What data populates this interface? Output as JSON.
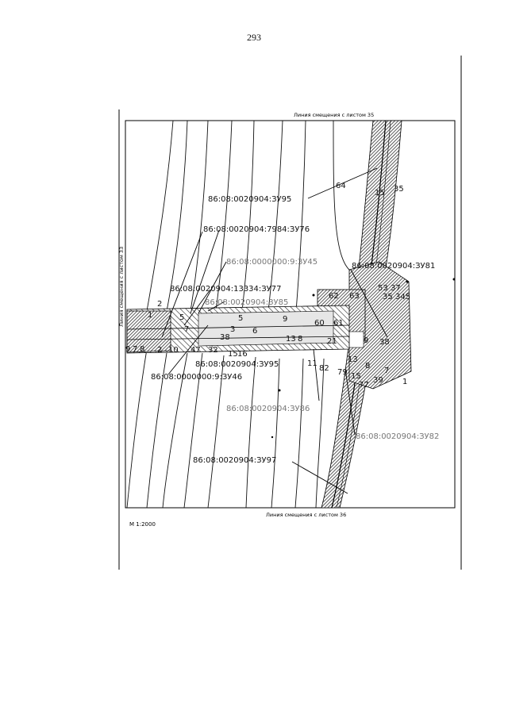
{
  "page": {
    "number": "293"
  },
  "sheet": {
    "top_note": "Линия смещения с листом 35",
    "bottom_note": "Линия смещения с листом 36",
    "left_note": "Линия смещения с листом 33",
    "scale": "М 1:2000"
  },
  "parcels": [
    "86:08:0020904:ЗУ95",
    "86:08:0020904:7984:ЗУ76",
    "86:08:0000000:9:ЗУ45",
    "86:08:0020904:13334:ЗУ77",
    "86:08:0020904:ЗУ85",
    "86:08:0020904:ЗУ81",
    "86:08:0020904:ЗУ95",
    "86:08:0000000:9:ЗУ46",
    "86:08:0020904:ЗУ86",
    "86:08:0020904:ЗУ82",
    "86:08:0020904:ЗУ97"
  ],
  "points": [
    "64",
    "15",
    "35",
    "53",
    "37",
    "35",
    "345",
    "62",
    "63",
    "60",
    "61",
    "38",
    "21",
    "13",
    "9",
    "79",
    "15",
    "8",
    "7",
    "77",
    "39",
    "1",
    "82",
    "11",
    "2",
    "9",
    "5",
    "6",
    "3",
    "13",
    "8",
    "9",
    "7",
    "8",
    "2",
    "10",
    "47",
    "32",
    "38",
    "15",
    "16",
    "7",
    "5",
    "1"
  ],
  "colors": {
    "hatch": "#333333",
    "line": "#111111",
    "frame": "#000000"
  }
}
